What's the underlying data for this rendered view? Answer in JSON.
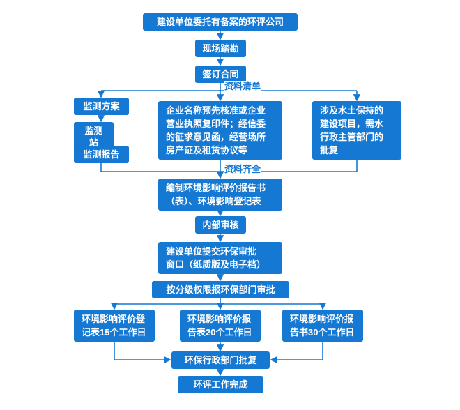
{
  "colors": {
    "primary": "#1578d2",
    "background": "#ffffff",
    "box_text": "#ffffff"
  },
  "flow": {
    "start": "建设单位委托有备案的环评公司",
    "site_survey": "现场踏勘",
    "sign_contract": "签订合同",
    "materials_list_label": "资料清单",
    "monitoring_plan": "监测方案",
    "monitoring_station": "监测站",
    "monitoring_report": "监测报告",
    "enterprise_documents": "企业名称预先核准或企业\n营业执照复印件；经信委\n的征求意见函，经营场所\n房产证及租赁协议等",
    "water_conservation_approval": "涉及水土保持的\n建设项目，需水\n行政主管部门的\n批复",
    "materials_complete_label": "资料齐全",
    "compile_report": "编制环境影响评价报告书\n（表）、环境影响登记表",
    "internal_review": "内部审核",
    "submit_window": "建设单位提交环保审批\n窗口（纸质版及电子档）",
    "tiered_approval": "按分级权限报环保部门审批",
    "registration_form_15": "环境影响评价登\n记表15个工作日",
    "report_form_20": "环境影响评价报\n告表20个工作日",
    "report_book_30": "环境影响评价报\n告书30个工作日",
    "admin_approval": "环保行政部门批复",
    "work_complete": "环评工作完成"
  }
}
